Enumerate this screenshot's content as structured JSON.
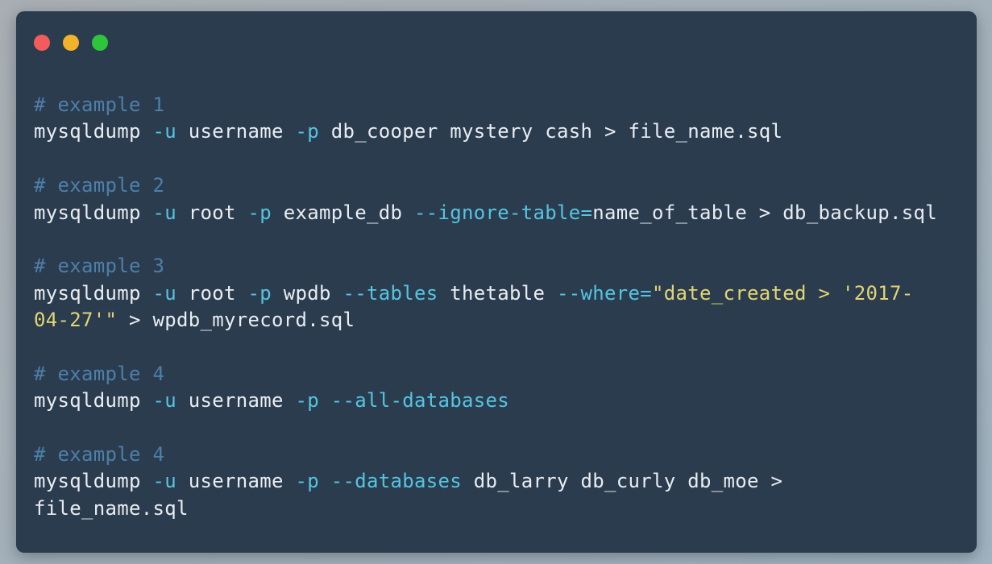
{
  "window": {
    "kind": "terminal-code-snippet",
    "traffic_lights": [
      {
        "name": "close",
        "color": "#f45c5b"
      },
      {
        "name": "minimize",
        "color": "#f2b32b"
      },
      {
        "name": "zoom",
        "color": "#2ec53d"
      }
    ]
  },
  "colors": {
    "page_background_top": "#a8aeb3",
    "page_background_bottom": "#a0b3c0",
    "window_background": "#2b3c4f",
    "comment": "#4d7fa9",
    "plain": "#e9edf1",
    "flag": "#55c5e0",
    "string": "#e2d573"
  },
  "code": {
    "language": "shell",
    "blocks": [
      {
        "comment": "# example 1",
        "lines": [
          [
            {
              "t": "mysqldump ",
              "c": "plain"
            },
            {
              "t": "-u",
              "c": "flag"
            },
            {
              "t": " username ",
              "c": "plain"
            },
            {
              "t": "-p",
              "c": "flag"
            },
            {
              "t": " db_cooper mystery cash > file_name.sql",
              "c": "plain"
            }
          ]
        ]
      },
      {
        "comment": "# example 2",
        "lines": [
          [
            {
              "t": "mysqldump ",
              "c": "plain"
            },
            {
              "t": "-u",
              "c": "flag"
            },
            {
              "t": " root ",
              "c": "plain"
            },
            {
              "t": "-p",
              "c": "flag"
            },
            {
              "t": " example_db ",
              "c": "plain"
            },
            {
              "t": "--ignore-table=",
              "c": "flag"
            },
            {
              "t": "name_of_table > db_backup.sql",
              "c": "plain"
            }
          ]
        ]
      },
      {
        "comment": "# example 3",
        "lines": [
          [
            {
              "t": "mysqldump ",
              "c": "plain"
            },
            {
              "t": "-u",
              "c": "flag"
            },
            {
              "t": " root ",
              "c": "plain"
            },
            {
              "t": "-p",
              "c": "flag"
            },
            {
              "t": " wpdb ",
              "c": "plain"
            },
            {
              "t": "--tables",
              "c": "flag"
            },
            {
              "t": " thetable ",
              "c": "plain"
            },
            {
              "t": "--where=",
              "c": "flag"
            },
            {
              "t": "\"date_created > '2017-",
              "c": "string"
            }
          ],
          [
            {
              "t": "04-27'\"",
              "c": "string"
            },
            {
              "t": " > wpdb_myrecord.sql",
              "c": "plain"
            }
          ]
        ]
      },
      {
        "comment": "# example 4",
        "lines": [
          [
            {
              "t": "mysqldump ",
              "c": "plain"
            },
            {
              "t": "-u",
              "c": "flag"
            },
            {
              "t": " username ",
              "c": "plain"
            },
            {
              "t": "-p",
              "c": "flag"
            },
            {
              "t": " ",
              "c": "plain"
            },
            {
              "t": "--all-databases",
              "c": "flag"
            }
          ]
        ]
      },
      {
        "comment": "# example 4",
        "lines": [
          [
            {
              "t": "mysqldump ",
              "c": "plain"
            },
            {
              "t": "-u",
              "c": "flag"
            },
            {
              "t": " username ",
              "c": "plain"
            },
            {
              "t": "-p",
              "c": "flag"
            },
            {
              "t": " ",
              "c": "plain"
            },
            {
              "t": "--databases",
              "c": "flag"
            },
            {
              "t": " db_larry db_curly db_moe >",
              "c": "plain"
            }
          ],
          [
            {
              "t": "file_name.sql",
              "c": "plain"
            }
          ]
        ]
      }
    ]
  }
}
